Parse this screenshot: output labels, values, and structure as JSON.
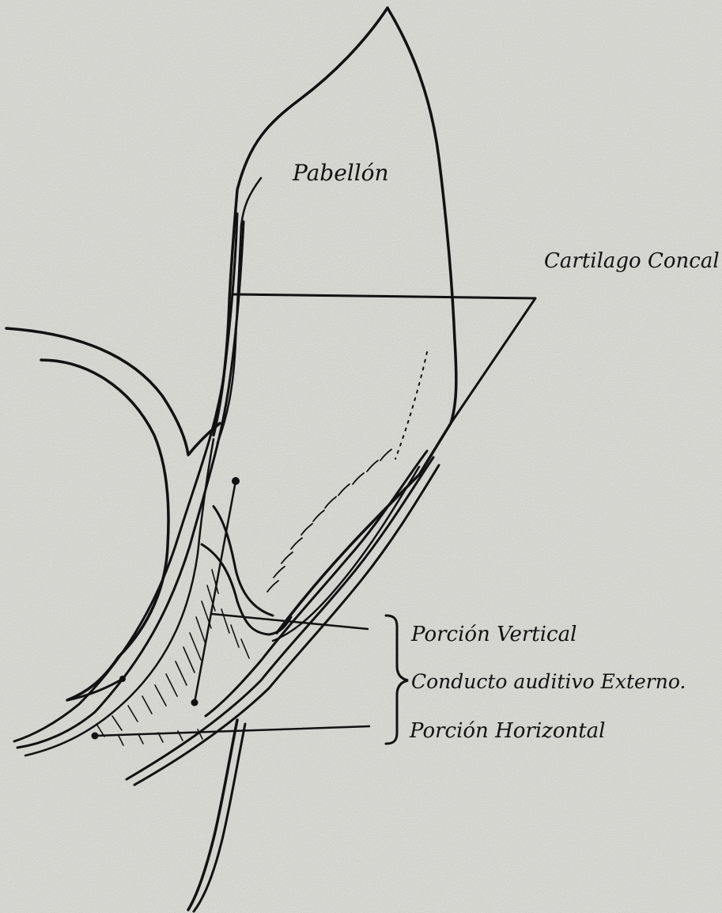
{
  "labels": {
    "pabellon": "Pabellón",
    "cartilago": "Cartilago Concal",
    "porcion_vertical": "Porción Vertical",
    "conducto": "Conducto auditivo Externo.",
    "porcion_horizontal": "Porción Horizontal"
  },
  "colors": {
    "paper": "#dcdcd6",
    "ink": "#111111"
  }
}
